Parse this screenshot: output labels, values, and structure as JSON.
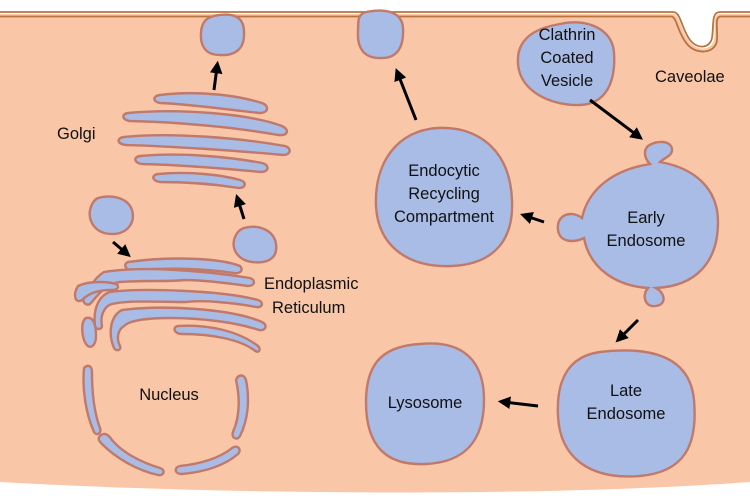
{
  "labels": {
    "golgi": "Golgi",
    "er_line1": "Endoplasmic",
    "er_line2": "Reticulum",
    "nucleus": "Nucleus",
    "ccv_line1": "Clathrin",
    "ccv_line2": "Coated",
    "ccv_line3": "Vesicle",
    "caveolae": "Caveolae",
    "erc_line1": "Endocytic",
    "erc_line2": "Recycling",
    "erc_line3": "Compartment",
    "early_line1": "Early",
    "early_line2": "Endosome",
    "late_line1": "Late",
    "late_line2": "Endosome",
    "lysosome": "Lysosome"
  },
  "colors": {
    "cytoplasm": "#f9c7a8",
    "membrane": "#c0796a",
    "organelle_fill": "#a9bce6",
    "plasma_membrane": "#b8743c",
    "background": "#ffffff",
    "arrow": "#000000"
  }
}
